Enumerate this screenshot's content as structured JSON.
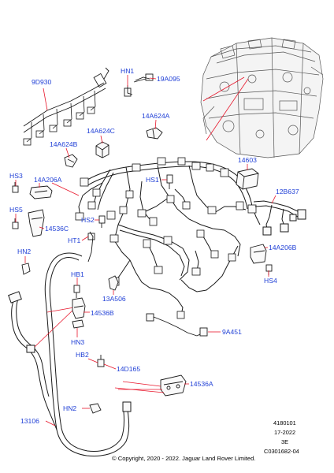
{
  "diagram": {
    "colors": {
      "leader": "#e8162b",
      "label": "#1f3fd6",
      "part": "#1a1a1a"
    },
    "labels": {
      "p9D930": "9D930",
      "pHN1": "HN1",
      "p19A095": "19A095",
      "p14A624C": "14A624C",
      "p14A624A": "14A624A",
      "p14A624B": "14A624B",
      "p14603": "14603",
      "pHS3": "HS3",
      "p14A206A": "14A206A",
      "pHS1": "HS1",
      "p12B637": "12B637",
      "pHS5": "HS5",
      "pHS2": "HS2",
      "p14536C": "14536C",
      "pHT1": "HT1",
      "p14A206B": "14A206B",
      "pHN2a": "HN2",
      "pHS4": "HS4",
      "pHB1": "HB1",
      "p13A506": "13A506",
      "p14536B": "14536B",
      "p9A451": "9A451",
      "pHN3": "HN3",
      "pHB2": "HB2",
      "p14D165": "14D165",
      "p14536A": "14536A",
      "pHN2b": "HN2",
      "p13106": "13106"
    }
  },
  "footer": {
    "ref1": "4180101",
    "ref2": "17-2022",
    "ref3": "3E",
    "ref4": "C0301682-04",
    "copyright": "© Copyright, 2020 - 2022. Jaguar Land Rover Limited."
  }
}
